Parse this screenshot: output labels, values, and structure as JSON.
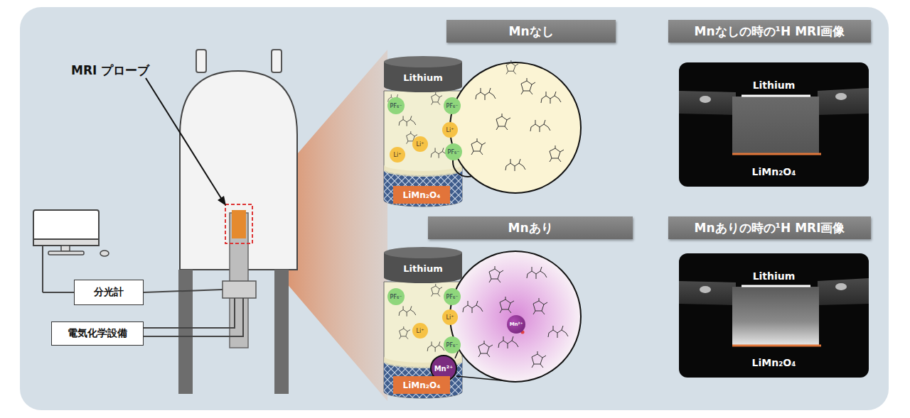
{
  "diagram": {
    "nodes": [
      {
        "text": [
          "分光計"
        ]
      },
      {
        "text": [
          "電気化学設備"
        ]
      },
      {
        "text": [
          "Mnなし"
        ]
      },
      {
        "text": [
          "Mnなしの時の¹H MRI画像"
        ]
      },
      {
        "text": [
          "Lithium"
        ]
      },
      {
        "text": [
          "PF₆⁻"
        ]
      },
      {
        "text": [
          "PF₆⁻"
        ]
      },
      {
        "text": [
          "Li⁺"
        ]
      },
      {
        "text": [
          "Li⁺"
        ]
      },
      {
        "text": [
          "Li⁺"
        ]
      },
      {
        "text": [
          "PF₆⁻"
        ]
      },
      {
        "text": [
          "LiMn₂O₄"
        ]
      },
      {
        "text": [
          "Lithium",
          "LiMn₂O₄"
        ]
      },
      {
        "text": [
          "Mnあり"
        ]
      },
      {
        "text": [
          "Mnありの時の¹H MRI画像"
        ]
      },
      {
        "text": [
          "Lithium"
        ]
      },
      {
        "text": [
          "PF₆⁻"
        ]
      },
      {
        "text": [
          "PF₆⁻"
        ]
      },
      {
        "text": [
          "Li⁺"
        ]
      },
      {
        "text": [
          "Li⁺"
        ]
      },
      {
        "text": [
          "PF₆⁻"
        ]
      },
      {
        "text": [
          "Mn²⁺"
        ]
      },
      {
        "text": [
          "LiMn₂O₄"
        ]
      },
      {
        "text": [
          "Mn²⁺"
        ]
      },
      {
        "text": [
          "Lithium",
          "LiMn₂O₄"
        ]
      }
    ],
    "labels": [
      "MRI プローブ"
    ]
  }
}
